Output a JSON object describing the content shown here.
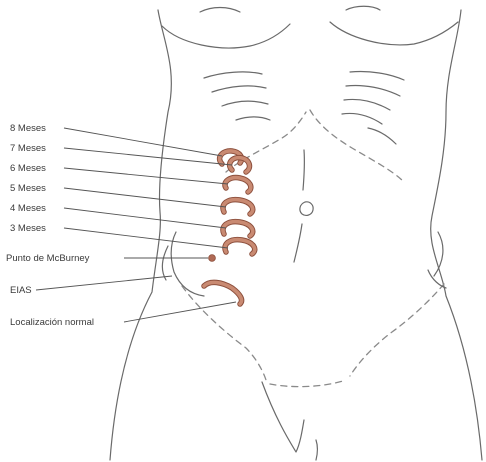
{
  "labels": {
    "month8": "8 Meses",
    "month7": "7 Meses",
    "month6": "6 Meses",
    "month5": "5 Meses",
    "month4": "4 Meses",
    "month3": "3 Meses",
    "mcburney": "Punto de McBurney",
    "eias": "EIAS",
    "normal": "Localización normal"
  },
  "colors": {
    "appendix": "#c98a72",
    "appendix_outline": "#8c4f3c",
    "mcburney_point": "#b06a55",
    "body_line": "#6a6a6a"
  }
}
